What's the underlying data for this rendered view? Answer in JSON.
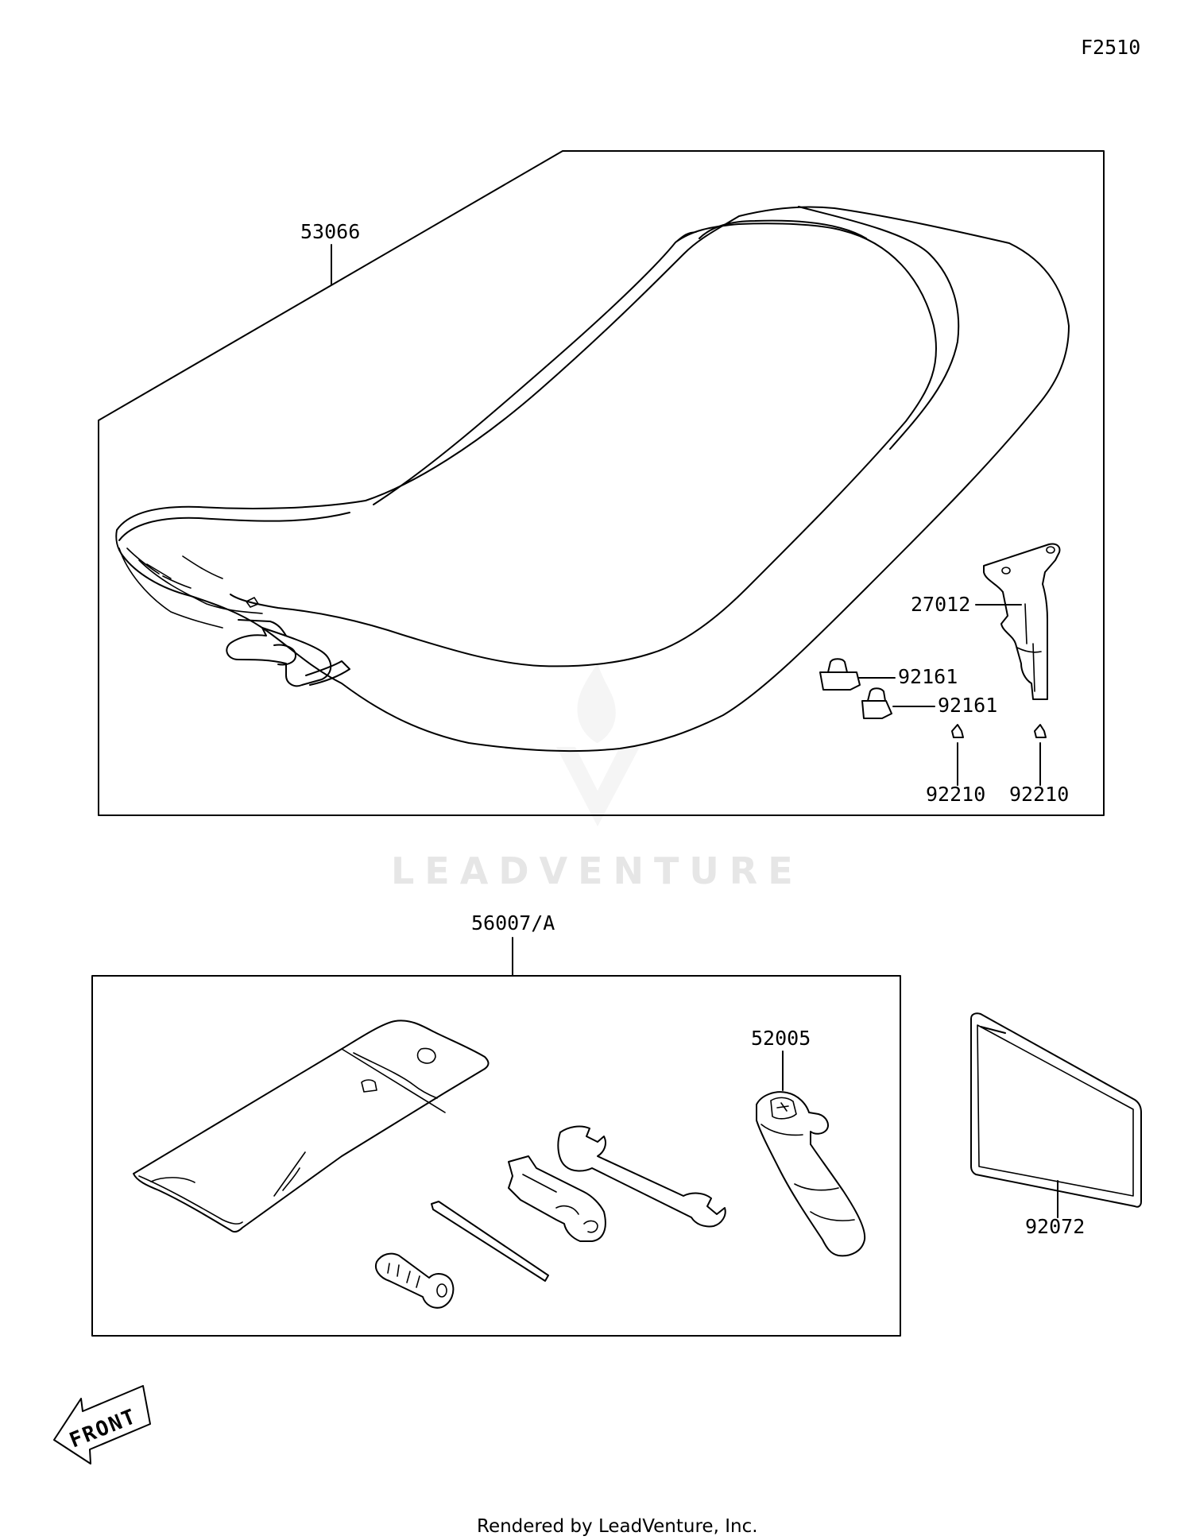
{
  "figure_code": "F2510",
  "watermark": "LEADVENTURE",
  "footer": "Rendered by LeadVenture, Inc.",
  "front_arrow": "FRONT",
  "parts": {
    "seat": "53066",
    "bracket": "27012",
    "damper_1": "92161",
    "damper_2": "92161",
    "clip_1": "92210",
    "clip_2": "92210",
    "tool_kit": "56007/A",
    "spark_plug_wrench": "52005",
    "manual_card": "92072"
  }
}
